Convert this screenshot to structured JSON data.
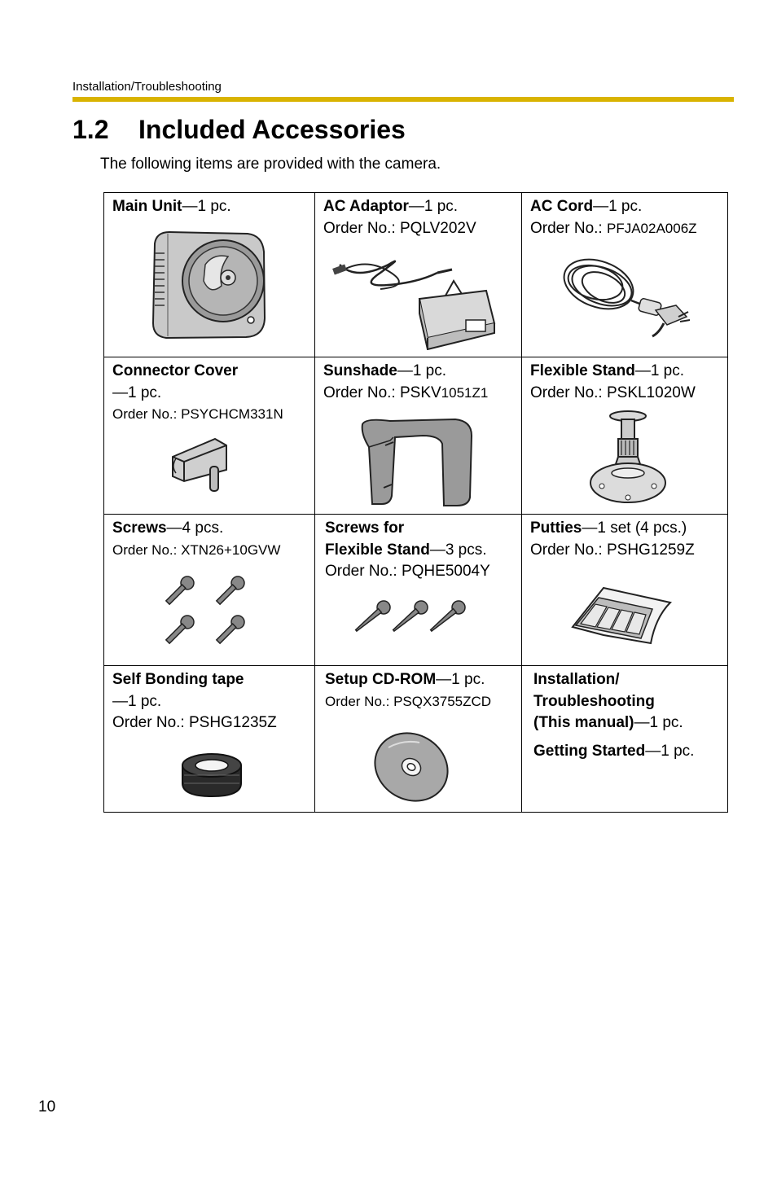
{
  "header": {
    "section": "Installation/Troubleshooting"
  },
  "title": {
    "number": "1.2",
    "text": "Included Accessories"
  },
  "intro": "The following items are provided with the camera.",
  "items": [
    {
      "name": "Main Unit",
      "qty": "—1 pc.",
      "order": ""
    },
    {
      "name": "AC Adaptor",
      "qty": "—1 pc.",
      "order": "Order No.: PQLV202V"
    },
    {
      "name": "AC Cord",
      "qty": "—1 pc.",
      "order_prefix": "Order No.: ",
      "order_code": "PFJA02A006Z"
    },
    {
      "name": "Connector Cover",
      "qty": "—1 pc.",
      "order": "Order No.: PSYCHCM331N"
    },
    {
      "name": "Sunshade",
      "qty": "—1 pc.",
      "order_prefix": "Order No.: PSKV",
      "order_code": "1051Z1"
    },
    {
      "name": "Flexible Stand",
      "qty": "—1 pc.",
      "order": "Order No.: PSKL1020W"
    },
    {
      "name": "Screws",
      "qty": "—4 pcs.",
      "order": "Order No.: XTN26+10GVW"
    },
    {
      "name_line1": "Screws for",
      "name_line2": "Flexible Stand",
      "qty": "—3 pcs.",
      "order": "Order No.: PQHE5004Y"
    },
    {
      "name": "Putties",
      "qty": "—1 set (4 pcs.)",
      "order": "Order No.: PSHG1259Z"
    },
    {
      "name": "Self Bonding tape",
      "qty": "—1 pc.",
      "order": "Order No.: PSHG1235Z"
    },
    {
      "name": "Setup CD-ROM",
      "qty": "—1 pc.",
      "order": "Order No.: PSQX3755ZCD"
    },
    {
      "name_line1": "Installation/",
      "name_line2": "Troubleshooting",
      "name_line3": "(This manual)",
      "qty": "—1 pc.",
      "extra_name": "Getting Started",
      "extra_qty": "—1 pc."
    }
  ],
  "page_number": "10"
}
